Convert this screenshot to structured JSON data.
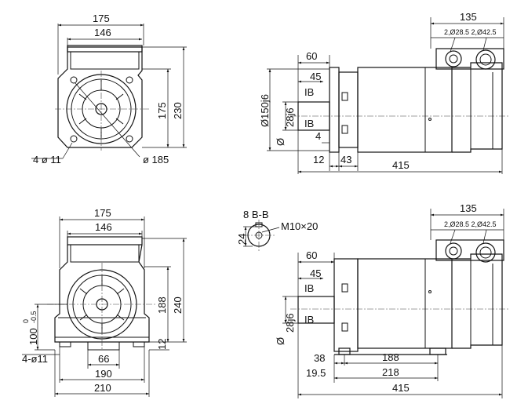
{
  "upper_front": {
    "width_total": "175",
    "width_flange": "146",
    "height_a": "175",
    "height_b": "230",
    "holes": "4 ø 11",
    "pcd": "ø 185"
  },
  "upper_side": {
    "terminal_top": "135",
    "conduit": "2,Ø28.5 2,Ø42.5",
    "shaft_60": "60",
    "shaft_45": "45",
    "ib_top": "IB",
    "ib_bottom": "IB",
    "spigot": "Ø150j6",
    "shaft_dia": "28j6",
    "phi": "Ø",
    "d4": "4",
    "d12": "12",
    "d43": "43",
    "length": "415"
  },
  "lower_front": {
    "width_total": "175",
    "width_flange": "146",
    "height_a": "188",
    "height_b": "240",
    "height_c": "100",
    "tol_top": "0",
    "tol_bot": "-0.5",
    "d12": "12",
    "foot_holes": "4-ø11",
    "foot_66": "66",
    "foot_190": "190",
    "foot_210": "210"
  },
  "section_bb": {
    "label": "8 B-B",
    "key_24": "24",
    "thread": "M10×20"
  },
  "lower_side": {
    "terminal_top": "135",
    "conduit": "2,Ø28.5 2,Ø42.5",
    "shaft_60": "60",
    "shaft_45": "45",
    "ib_top": "IB",
    "ib_bottom": "IB",
    "shaft_dia": "28j6",
    "phi": "Ø",
    "d38": "38",
    "d188": "188",
    "d195": "19.5",
    "d218": "218",
    "length": "415"
  }
}
